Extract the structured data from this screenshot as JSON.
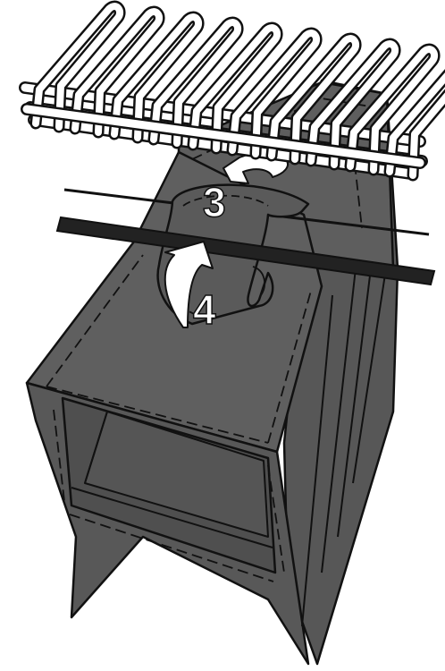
{
  "diagram": {
    "steps": [
      {
        "number": "3"
      },
      {
        "number": "4"
      }
    ]
  },
  "colors": {
    "fabric": "#5c5c5c",
    "fabric_dark": "#444444",
    "outline": "#111111",
    "rack": "#ffffff",
    "arrow": "#ffffff",
    "background": "#ffffff"
  },
  "icons": {
    "rack": "wire-rack",
    "flap": "fastener-flap",
    "arrows": "curved-arrow-icon"
  }
}
